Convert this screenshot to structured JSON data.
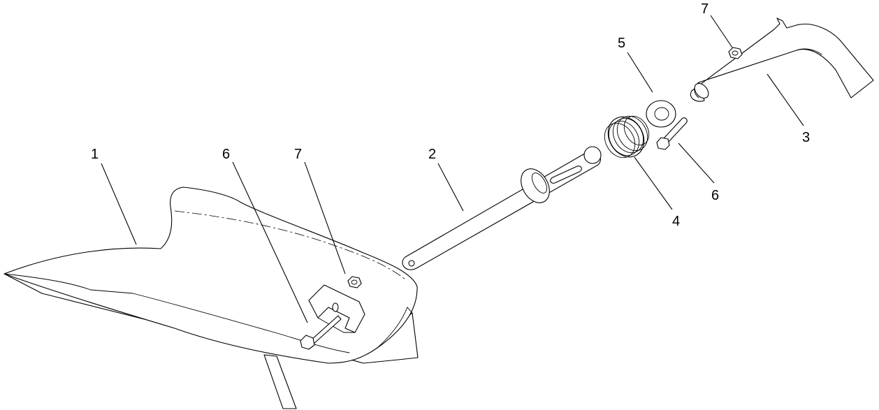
{
  "parts": [
    {
      "id": "chute-deflector",
      "label": "1"
    },
    {
      "id": "pivot-rod",
      "label": "2"
    },
    {
      "id": "handle",
      "label": "3"
    },
    {
      "id": "spring",
      "label": "4"
    },
    {
      "id": "washer",
      "label": "5"
    },
    {
      "id": "bolt-left",
      "label": "6"
    },
    {
      "id": "bolt-right",
      "label": "6"
    },
    {
      "id": "nut-left",
      "label": "7"
    },
    {
      "id": "nut-right",
      "label": "7"
    }
  ]
}
